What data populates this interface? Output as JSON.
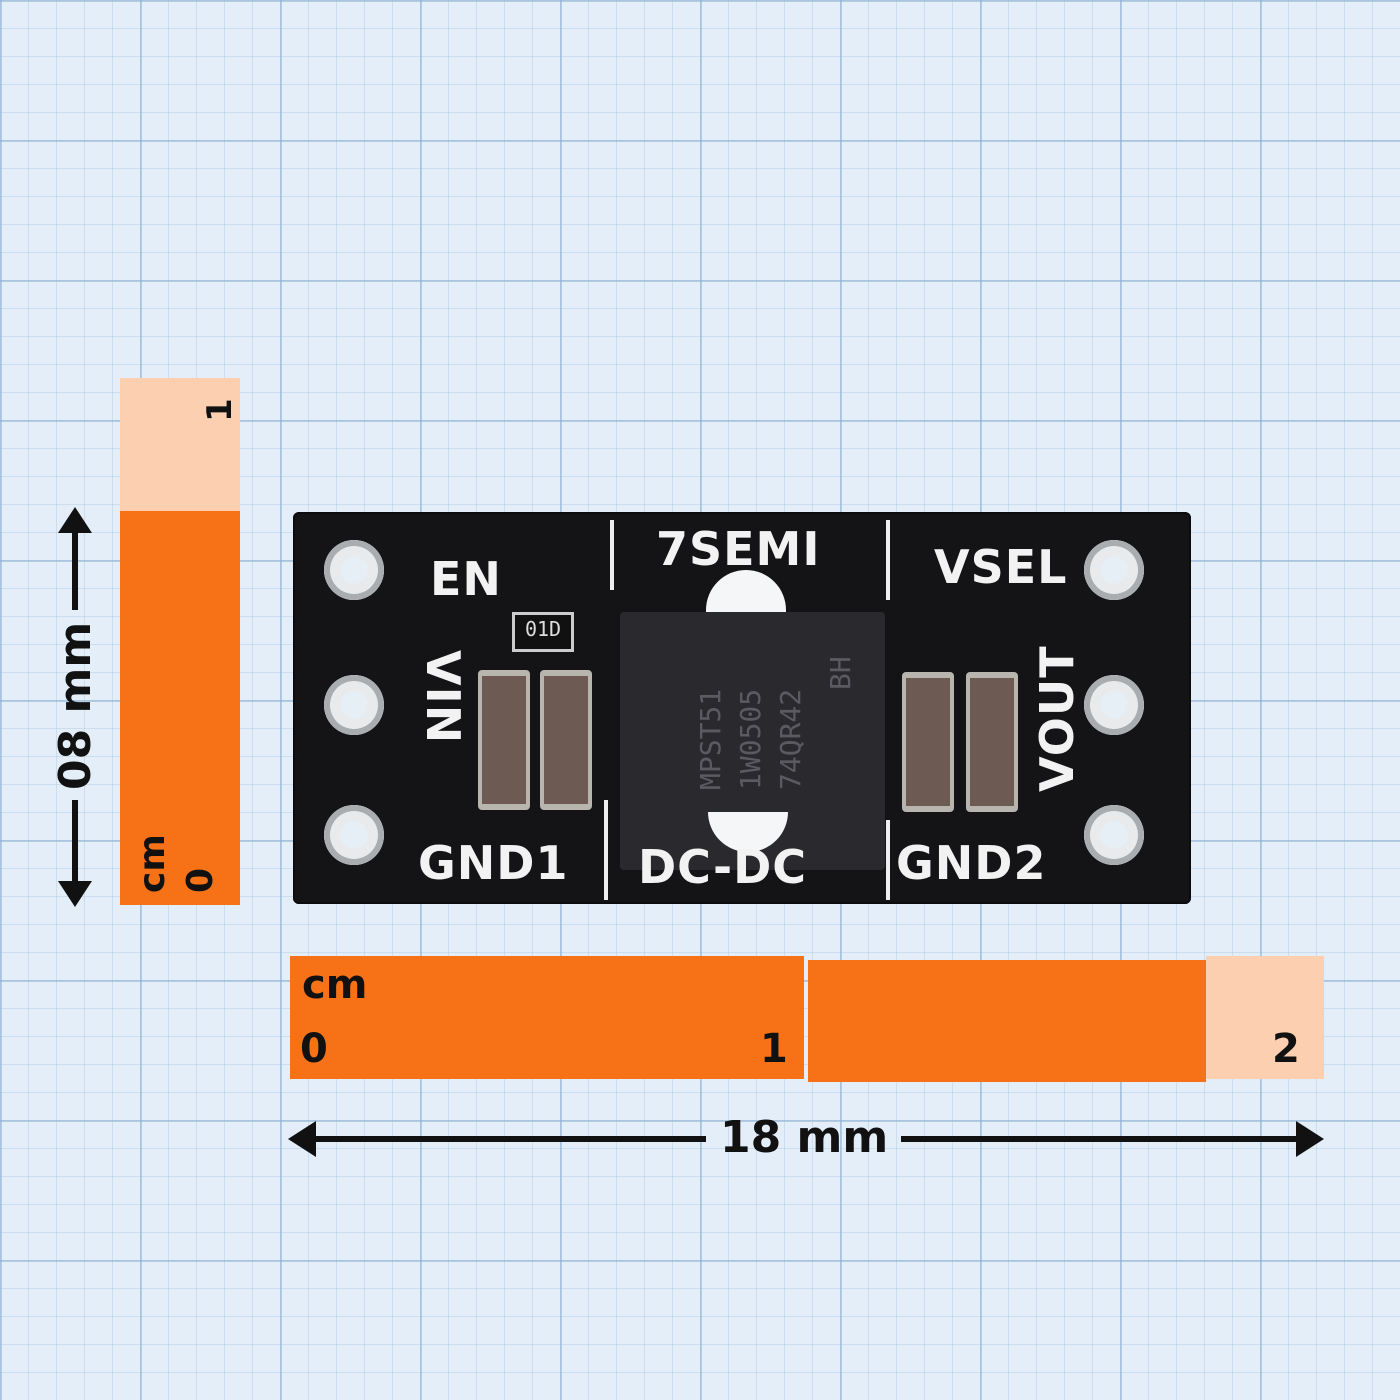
{
  "vertical_ruler": {
    "unit": "cm",
    "start": "0",
    "end": "1"
  },
  "horizontal_ruler": {
    "unit": "cm",
    "start": "0",
    "mid": "1",
    "end": "2"
  },
  "dimensions": {
    "width": "18 mm",
    "height": "08 mm"
  },
  "pcb": {
    "brand": "7SEMI",
    "type_label": "DC-DC",
    "pins_left": [
      "EN",
      "VIN",
      "GND1"
    ],
    "pins_right": [
      "VSEL",
      "VOUT",
      "GND2"
    ],
    "resistor_marking": "01D",
    "chip_marking": [
      "MPST51",
      "1W0505",
      "74QR42",
      "BH"
    ]
  },
  "colors": {
    "ruler_dark": "#f77216",
    "ruler_light": "#fbcfb0",
    "pcb": "#141316"
  }
}
